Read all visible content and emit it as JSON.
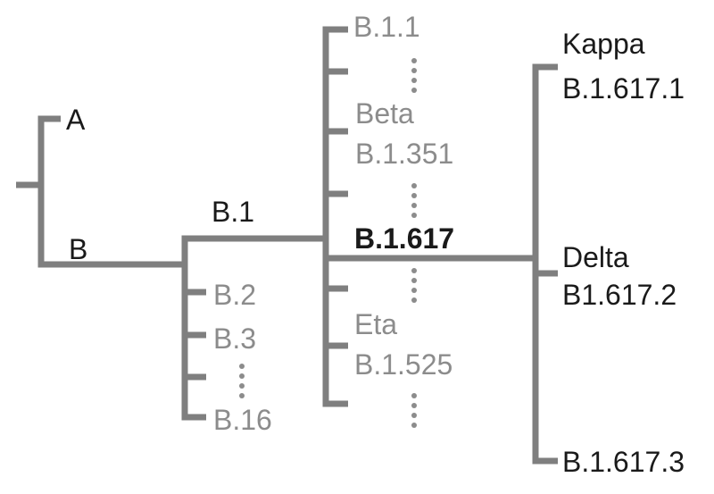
{
  "tree": {
    "root": {
      "clade_a": "A",
      "clade_b": "B"
    },
    "b_node": {
      "b1": "B.1",
      "b2": "B.2",
      "b3": "B.3",
      "b16": "B.16"
    },
    "b1_node": {
      "b1_1": "B.1.1",
      "beta_name": "Beta",
      "beta_lineage": "B.1.351",
      "b1_617": "B.1.617",
      "eta_name": "Eta",
      "eta_lineage": "B.1.525"
    },
    "b1617_node": {
      "kappa_name": "Kappa",
      "kappa_lineage": "B.1.617.1",
      "delta_name": "Delta",
      "delta_lineage": "B1.617.2",
      "b1_617_3": "B.1.617.3"
    },
    "colors": {
      "line": "#7f7f7f",
      "text_primary": "#1a1a1a",
      "text_muted": "#8c8c8c"
    }
  }
}
